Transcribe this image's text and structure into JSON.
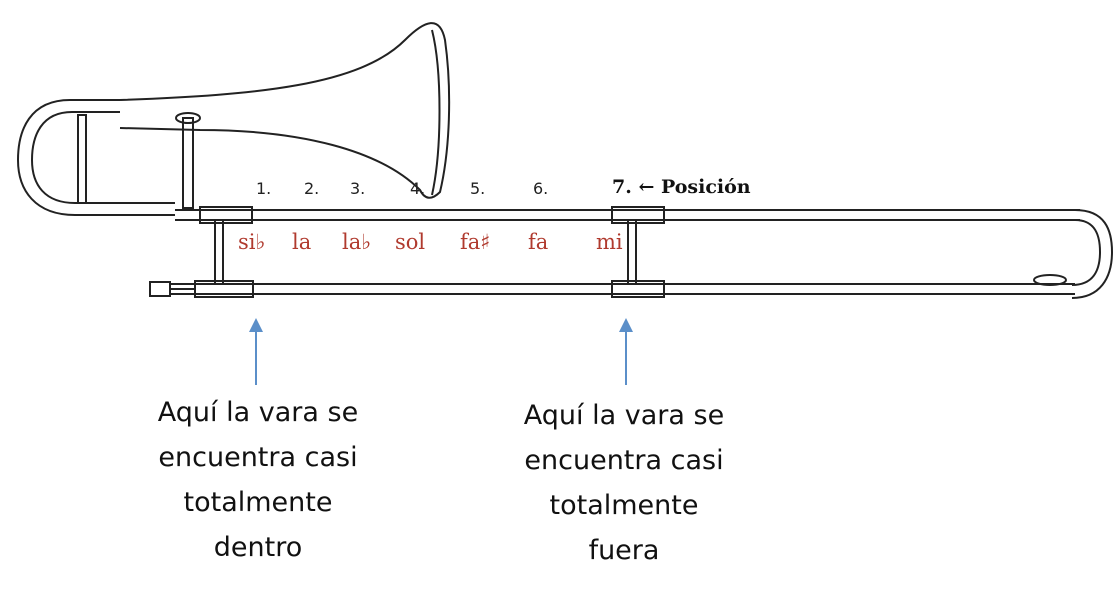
{
  "positions": {
    "title": "7. ← Posición",
    "labels": [
      "1.",
      "2.",
      "3.",
      "4.",
      "5.",
      "6."
    ]
  },
  "notes": [
    "si♭",
    "la",
    "la♭",
    "sol",
    "fa♯",
    "fa",
    "mi"
  ],
  "captions": {
    "left": [
      "Aquí la vara se",
      "encuentra casi",
      "totalmente",
      "dentro"
    ],
    "right": [
      "Aquí la vara se",
      "encuentra casi",
      "totalmente",
      "fuera"
    ]
  },
  "colors": {
    "note_text": "#b03a2e",
    "arrow": "#5b8fc9",
    "outline": "#222222"
  }
}
